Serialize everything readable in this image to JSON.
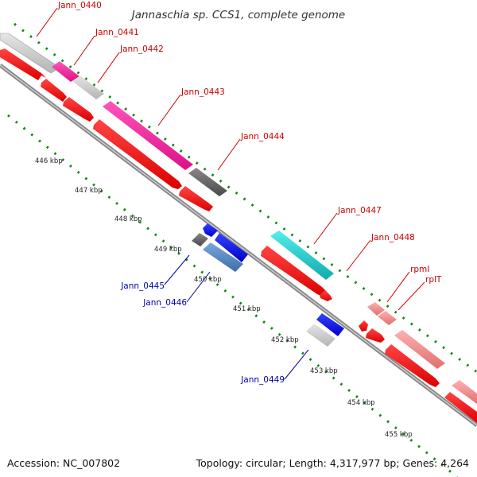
{
  "title": "Jannaschia sp. CCS1, complete genome",
  "accession": "Accession: NC_007802",
  "topology": "Topology: circular; Length: 4,317,977 bp; Genes: 4,264",
  "colors": {
    "forward_label": "#cc0000",
    "reverse_label": "#0000aa",
    "backbone": "#888888",
    "dots": "#118811",
    "cds": "#ff0000"
  },
  "kbp_ticks": [
    "446 kbp",
    "447 kbp",
    "448 kbp",
    "449 kbp",
    "450 kbp",
    "451 kbp",
    "452 kbp",
    "453 kbp",
    "454 kbp",
    "455 kbp"
  ],
  "genes_forward": [
    {
      "label": "Jann_0440",
      "color": "#c8c8c8"
    },
    {
      "label": "Jann_0441",
      "color": "#ee2299"
    },
    {
      "label": "Jann_0442",
      "color": "#c8c8c8"
    },
    {
      "label": "Jann_0443",
      "color": "#ee2299"
    },
    {
      "label": "Jann_0444",
      "color": "#666666"
    },
    {
      "label": "Jann_0447",
      "color": "#22cccc"
    },
    {
      "label": "Jann_0448",
      "color": "#22cccc"
    },
    {
      "label": "rpmI",
      "color": "#f08a8a"
    },
    {
      "label": "rplT",
      "color": "#f08a8a"
    }
  ],
  "genes_reverse": [
    {
      "label": "Jann_0445",
      "color": "#666666"
    },
    {
      "label": "Jann_0446",
      "color": "#4a7fc1"
    },
    {
      "label": "Jann_0449",
      "color": "#c8c8c8"
    }
  ]
}
